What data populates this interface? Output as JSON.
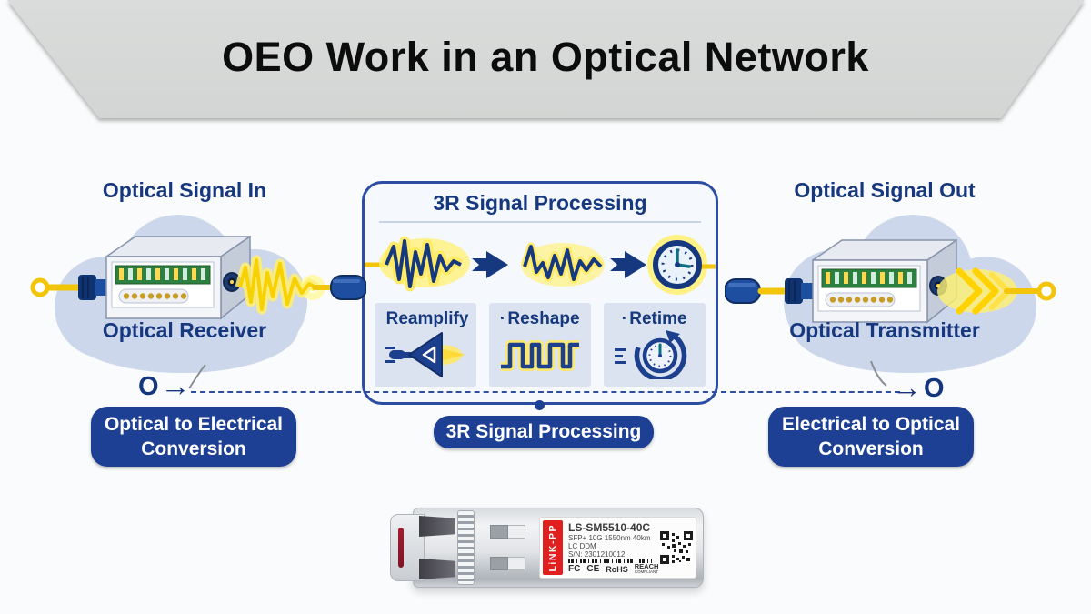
{
  "title": "OEO Work in an Optical Network",
  "arrow_glyph": "→",
  "left": {
    "signal_label": "Optical Signal In",
    "device_label": "Optical Receiver",
    "pill": "Optical to Electrical Conversion",
    "endpoint": "O"
  },
  "center": {
    "box_title": "3R Signal Processing",
    "pill": "3R Signal Processing",
    "sub_steps": [
      {
        "bullet": "",
        "label": "Reamplify"
      },
      {
        "bullet": "▪",
        "label": "Reshape"
      },
      {
        "bullet": "▪",
        "label": "Retime"
      }
    ]
  },
  "right": {
    "signal_label": "Optical Signal Out",
    "device_label": "Optical Transmitter",
    "pill": "Electrical to Optical Conversion",
    "endpoint": "O"
  },
  "transceiver": {
    "brand": "LiNK-PP",
    "model": "LS-SM5510-40C",
    "spec": "SFP+ 10G 1550nm 40km LC DDM",
    "serial": "S/N: 2301210012",
    "certs": {
      "fcc": "FC",
      "ce": "CE",
      "rohs": "RoHS",
      "reach": "REACH",
      "reach_sub": "COMPLIANT"
    }
  },
  "colors": {
    "accent_blue": "#17387f",
    "pill_blue": "#1e4094",
    "cloud_blue": "#ccd7eb",
    "signal_yellow": "#f8d200",
    "banner_gray": "#d6d8d7",
    "brand_red": "#e0201f"
  }
}
